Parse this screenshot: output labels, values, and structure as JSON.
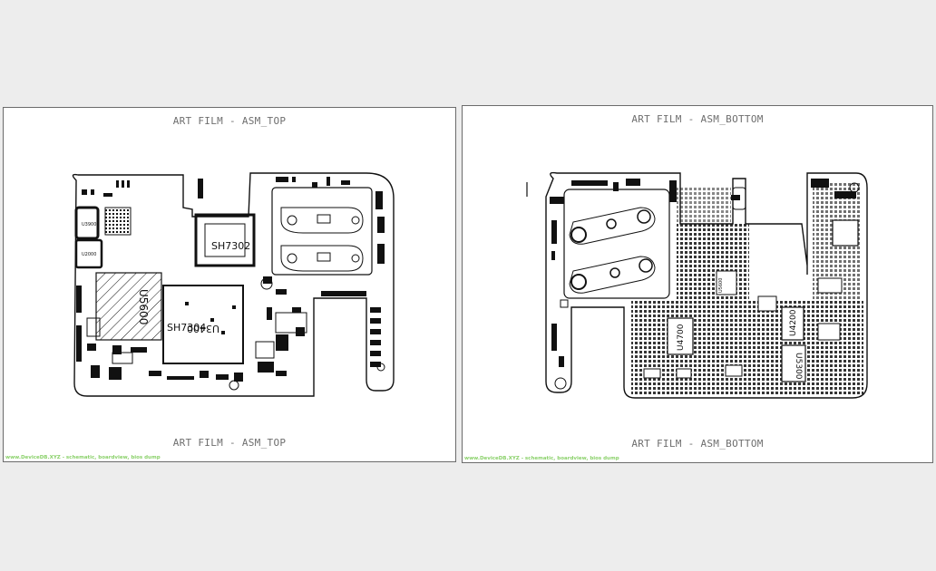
{
  "panels": [
    {
      "title_upper": "ART FILM - ASM_TOP",
      "title_lower": "ART FILM - ASM_TOP",
      "watermark": "www.DeviceDB.XYZ - schematic, boardview, bios dump",
      "refs": [
        "U5600",
        "SH7304",
        "U3400",
        "SH7302",
        "U2000",
        "U3900"
      ]
    },
    {
      "title_upper": "ART FILM - ASM_BOTTOM",
      "title_lower": "ART FILM - ASM_BOTTOM",
      "watermark": "www.DeviceDB.XYZ - schematic, boardview, bios dump",
      "refs": [
        "U4700",
        "U4200",
        "U5300",
        "U5600"
      ]
    }
  ],
  "colors": {
    "background": "#ededed",
    "panel": "#ffffff",
    "title": "#6e6e6e",
    "watermark": "#8bd16b",
    "outline": "#111111"
  }
}
